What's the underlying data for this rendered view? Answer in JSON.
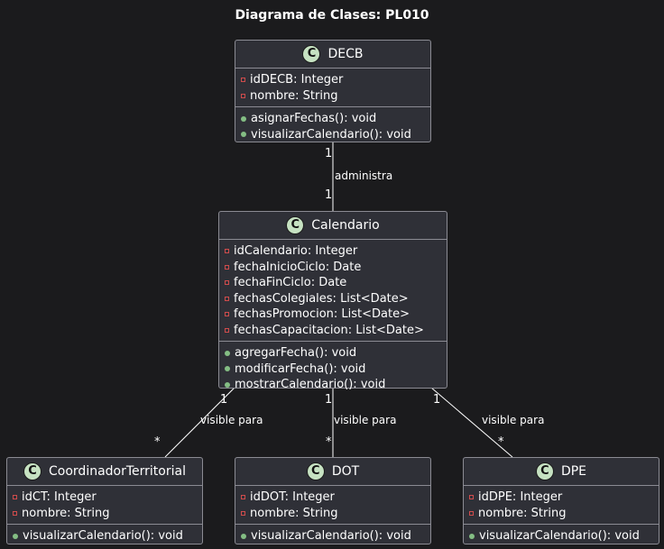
{
  "diagram": {
    "title": "Diagrama de Clases: PL010",
    "classes": [
      {
        "name": "DECB",
        "icon": "C",
        "attributes": [
          {
            "visibility": "private",
            "text": "idDECB: Integer"
          },
          {
            "visibility": "private",
            "text": "nombre: String"
          }
        ],
        "methods": [
          {
            "visibility": "public",
            "text": "asignarFechas(): void"
          },
          {
            "visibility": "public",
            "text": "visualizarCalendario(): void"
          }
        ]
      },
      {
        "name": "Calendario",
        "icon": "C",
        "attributes": [
          {
            "visibility": "private",
            "text": "idCalendario: Integer"
          },
          {
            "visibility": "private",
            "text": "fechaInicioCiclo: Date"
          },
          {
            "visibility": "private",
            "text": "fechaFinCiclo: Date"
          },
          {
            "visibility": "private",
            "text": "fechasColegiales: List<Date>"
          },
          {
            "visibility": "private",
            "text": "fechasPromocion: List<Date>"
          },
          {
            "visibility": "private",
            "text": "fechasCapacitacion: List<Date>"
          }
        ],
        "methods": [
          {
            "visibility": "public",
            "text": "agregarFecha(): void"
          },
          {
            "visibility": "public",
            "text": "modificarFecha(): void"
          },
          {
            "visibility": "public",
            "text": "mostrarCalendario(): void"
          }
        ]
      },
      {
        "name": "CoordinadorTerritorial",
        "icon": "C",
        "attributes": [
          {
            "visibility": "private",
            "text": "idCT: Integer"
          },
          {
            "visibility": "private",
            "text": "nombre: String"
          }
        ],
        "methods": [
          {
            "visibility": "public",
            "text": "visualizarCalendario(): void"
          }
        ]
      },
      {
        "name": "DOT",
        "icon": "C",
        "attributes": [
          {
            "visibility": "private",
            "text": "idDOT: Integer"
          },
          {
            "visibility": "private",
            "text": "nombre: String"
          }
        ],
        "methods": [
          {
            "visibility": "public",
            "text": "visualizarCalendario(): void"
          }
        ]
      },
      {
        "name": "DPE",
        "icon": "C",
        "attributes": [
          {
            "visibility": "private",
            "text": "idDPE: Integer"
          },
          {
            "visibility": "private",
            "text": "nombre: String"
          }
        ],
        "methods": [
          {
            "visibility": "public",
            "text": "visualizarCalendario(): void"
          }
        ]
      }
    ],
    "relations": [
      {
        "from": "DECB",
        "to": "Calendario",
        "label": "administra",
        "from_mult": "1",
        "to_mult": "1"
      },
      {
        "from": "Calendario",
        "to": "CoordinadorTerritorial",
        "label": "visible para",
        "from_mult": "1",
        "to_mult": "*"
      },
      {
        "from": "Calendario",
        "to": "DOT",
        "label": "visible para",
        "from_mult": "1",
        "to_mult": "*"
      },
      {
        "from": "Calendario",
        "to": "DPE",
        "label": "visible para",
        "from_mult": "1",
        "to_mult": "*"
      }
    ],
    "colors": {
      "background": "#1b1b1d",
      "class_fill": "#2f3037",
      "border": "#8b8b93",
      "icon_fill": "#c6e2c2",
      "private_marker": "#d04c4c",
      "public_marker": "#84be84",
      "text": "#ffffff"
    }
  }
}
